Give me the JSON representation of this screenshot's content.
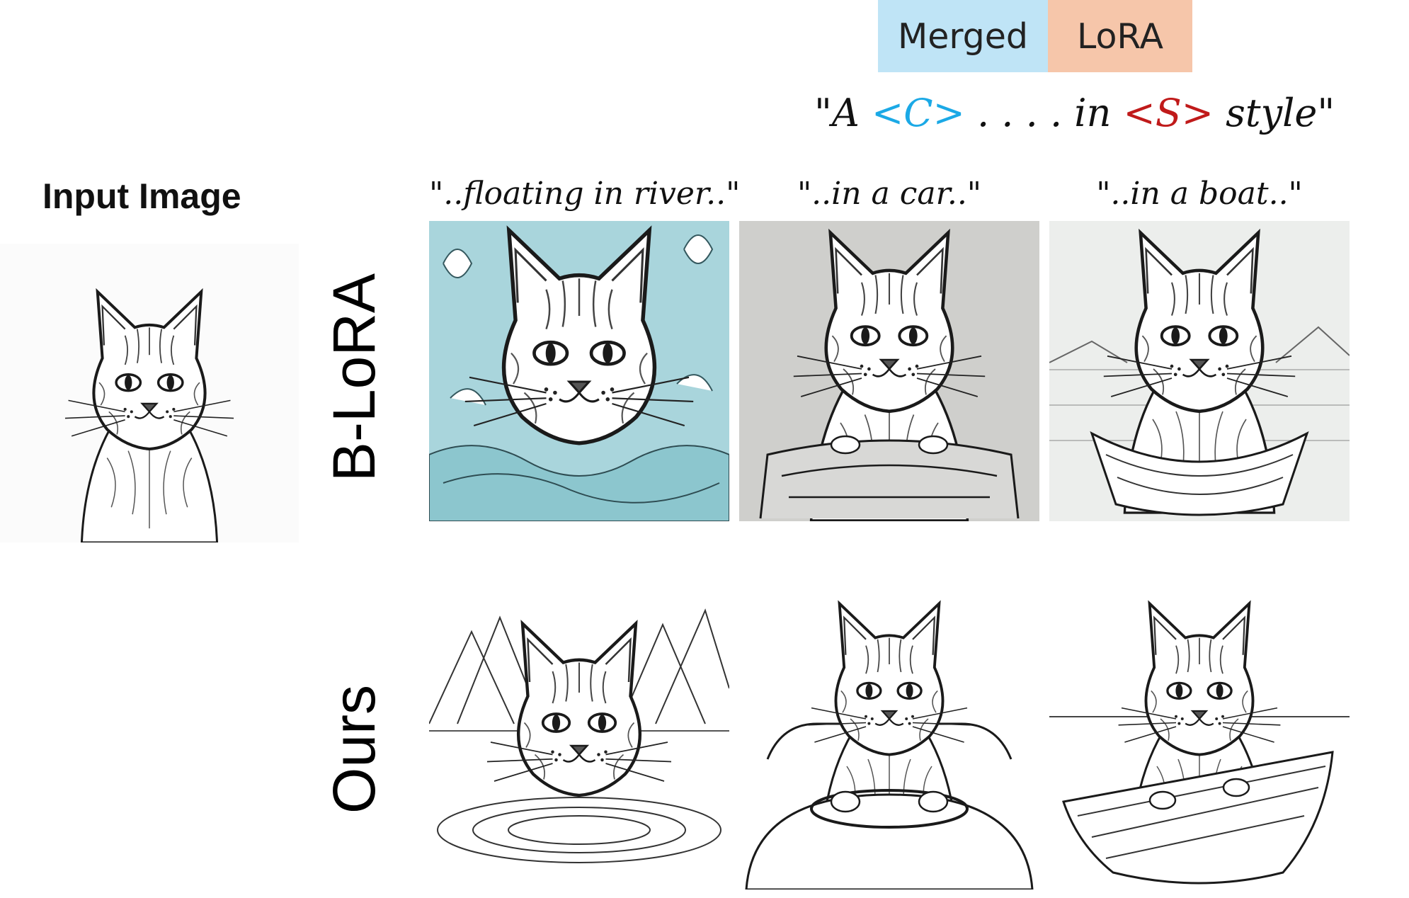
{
  "legend": {
    "merged_label": "Merged",
    "lora_label": "LoRA",
    "merged_color": "#bfe4f6",
    "lora_color": "#f6c6aa"
  },
  "template_prompt": {
    "open": "\"A ",
    "content_token": "<C>",
    "middle": " . . . . in ",
    "style_token": "<S>",
    "close": " style\"",
    "content_token_color": "#1ba9e6",
    "style_token_color": "#c01a1a"
  },
  "input": {
    "title": "Input Image",
    "image": "line-art-cat-icon"
  },
  "columns": [
    {
      "prompt": "\"..floating in river..\""
    },
    {
      "prompt": "\"..in a car..\""
    },
    {
      "prompt": "\"..in a boat..\""
    }
  ],
  "rows": [
    {
      "label": "B-LoRA",
      "images": [
        {
          "icon": "cat-floating-in-river-icon",
          "background": "#a9d5dc"
        },
        {
          "icon": "cat-in-car-icon",
          "background": "#cfcfcc"
        },
        {
          "icon": "cat-in-boat-icon",
          "background": "#eceeec"
        }
      ]
    },
    {
      "label": "Ours",
      "images": [
        {
          "icon": "cat-floating-in-river-icon",
          "background": "#ffffff"
        },
        {
          "icon": "cat-in-car-icon",
          "background": "#ffffff"
        },
        {
          "icon": "cat-in-boat-icon",
          "background": "#ffffff"
        }
      ]
    }
  ]
}
